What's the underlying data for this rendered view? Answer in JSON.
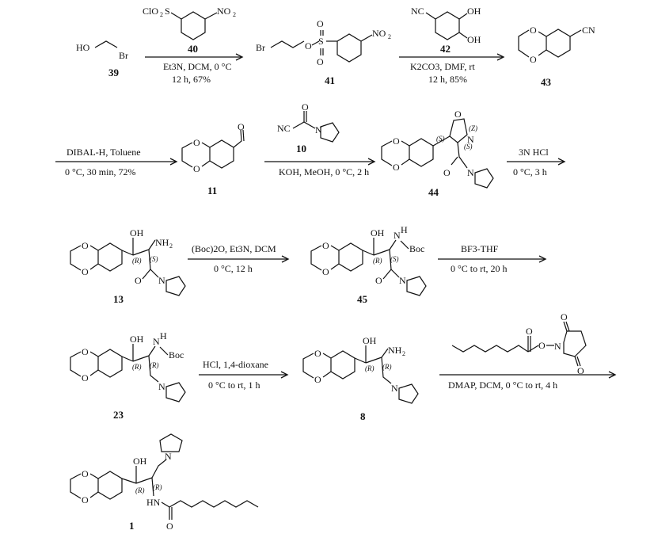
{
  "steps": [
    {
      "reagent_compound": "40",
      "conditions": [
        "Et3N, DCM, 0 °C",
        "12 h, 67%"
      ]
    },
    {
      "reagent_compound": "42",
      "conditions": [
        "K2CO3, DMF, rt",
        "12 h, 85%"
      ]
    },
    {
      "conditions": [
        "DIBAL-H, Toluene",
        "0 °C, 30 min, 72%"
      ]
    },
    {
      "reagent_compound": "10",
      "conditions": [
        "KOH, MeOH, 0 °C, 2 h"
      ]
    },
    {
      "conditions": [
        "3N HCl",
        "0 °C, 3 h"
      ]
    },
    {
      "conditions": [
        "(Boc)2O, Et3N, DCM",
        "0 °C, 12 h"
      ]
    },
    {
      "conditions": [
        "BF3-THF",
        "0 °C to rt, 20 h"
      ]
    },
    {
      "conditions": [
        "HCl, 1,4-dioxane",
        "0 °C to rt, 1 h"
      ]
    },
    {
      "conditions": [
        "DMAP, DCM, 0 °C to rt, 4 h"
      ]
    }
  ],
  "compounds": [
    "39",
    "40",
    "41",
    "42",
    "43",
    "11",
    "10",
    "44",
    "13",
    "45",
    "23",
    "8",
    "1"
  ],
  "atoms": {
    "ho": "HO",
    "br": "Br",
    "cl": "ClO",
    "s": "S",
    "o": "O",
    "no": "NO",
    "two": "2",
    "nc": "NC",
    "oh": "OH",
    "cn": "CN",
    "n": "N",
    "nh": "NH",
    "hn": "HN",
    "boc": "Boc",
    "h": "H"
  },
  "stereo": [
    "(S)",
    "(Z)",
    "(R)"
  ]
}
